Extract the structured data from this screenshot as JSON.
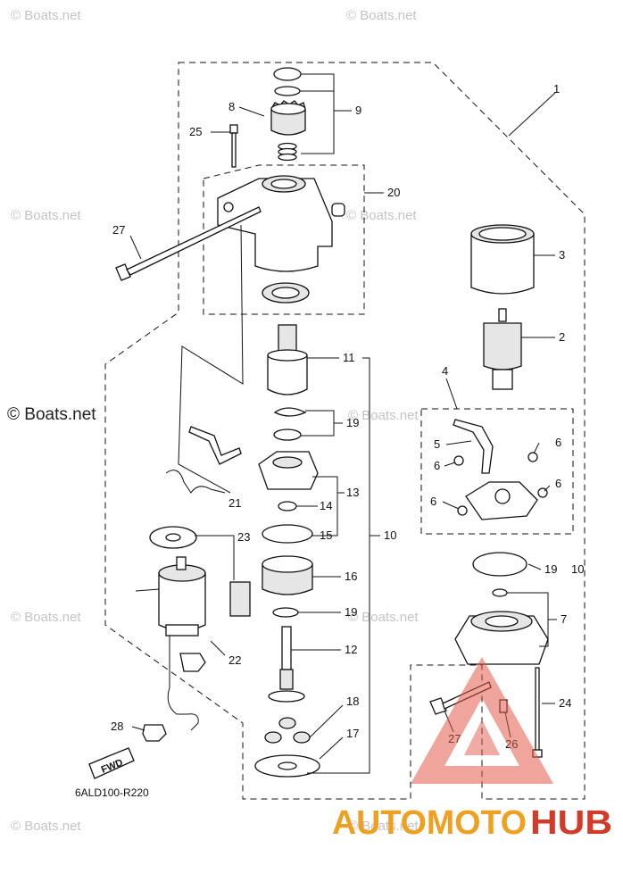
{
  "watermark": {
    "text": "© Boats.net"
  },
  "diagram_code": "6ALD100-R220",
  "fwd_label": "FWD",
  "logo": {
    "part1": "AUTOMOTO",
    "part2": "HUB"
  },
  "callouts": [
    {
      "id": "c1",
      "label": "1"
    },
    {
      "id": "c2",
      "label": "2"
    },
    {
      "id": "c3",
      "label": "3"
    },
    {
      "id": "c4",
      "label": "4"
    },
    {
      "id": "c5",
      "label": "5"
    },
    {
      "id": "c6a",
      "label": "6"
    },
    {
      "id": "c6b",
      "label": "6"
    },
    {
      "id": "c6c",
      "label": "6"
    },
    {
      "id": "c6d",
      "label": "6"
    },
    {
      "id": "c7",
      "label": "7"
    },
    {
      "id": "c8",
      "label": "8"
    },
    {
      "id": "c9",
      "label": "9"
    },
    {
      "id": "c10a",
      "label": "10"
    },
    {
      "id": "c10b",
      "label": "10"
    },
    {
      "id": "c11",
      "label": "11"
    },
    {
      "id": "c12",
      "label": "12"
    },
    {
      "id": "c13",
      "label": "13"
    },
    {
      "id": "c14",
      "label": "14"
    },
    {
      "id": "c15",
      "label": "15"
    },
    {
      "id": "c16",
      "label": "16"
    },
    {
      "id": "c17",
      "label": "17"
    },
    {
      "id": "c18",
      "label": "18"
    },
    {
      "id": "c19a",
      "label": "19"
    },
    {
      "id": "c19b",
      "label": "19"
    },
    {
      "id": "c19c",
      "label": "19"
    },
    {
      "id": "c20",
      "label": "20"
    },
    {
      "id": "c21",
      "label": "21"
    },
    {
      "id": "c22",
      "label": "22"
    },
    {
      "id": "c23",
      "label": "23"
    },
    {
      "id": "c24",
      "label": "24"
    },
    {
      "id": "c25",
      "label": "25"
    },
    {
      "id": "c26",
      "label": "26"
    },
    {
      "id": "c27a",
      "label": "27"
    },
    {
      "id": "c27b",
      "label": "27"
    },
    {
      "id": "c28",
      "label": "28"
    }
  ]
}
